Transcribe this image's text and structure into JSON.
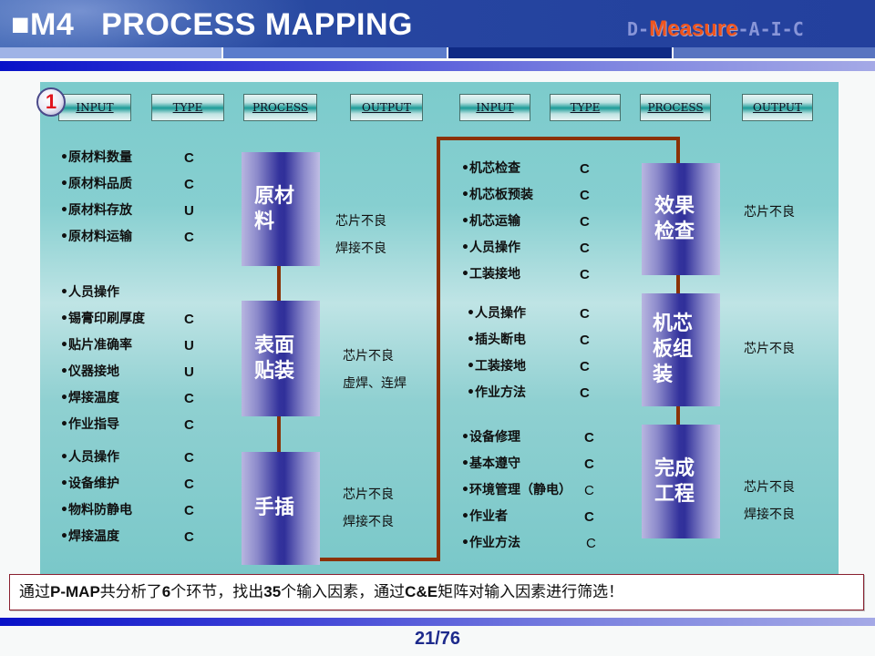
{
  "header": {
    "title": "■M4   PROCESS MAPPING",
    "phases": {
      "prefix": "D-",
      "active": "Measure",
      "suffix": "-A-I-C"
    }
  },
  "step_number": "1",
  "column_headers": {
    "left": [
      "INPUT",
      "TYPE",
      "PROCESS",
      "OUTPUT"
    ],
    "right": [
      "INPUT",
      "TYPE",
      "PROCESS",
      "OUTPUT"
    ]
  },
  "processes": [
    {
      "name": "原材料",
      "inputs": [
        {
          "label": "•原材料数量",
          "type": "C"
        },
        {
          "label": "•原材料品质",
          "type": "C"
        },
        {
          "label": "•原材料存放",
          "type": "U"
        },
        {
          "label": "•原材料运输",
          "type": "C"
        }
      ],
      "outputs": [
        "芯片不良",
        "焊接不良"
      ]
    },
    {
      "name": "表面贴装",
      "inputs": [
        {
          "label": "•人员操作",
          "type": ""
        },
        {
          "label": "•锡膏印刷厚度",
          "type": "C"
        },
        {
          "label": "•贴片准确率",
          "type": "U"
        },
        {
          "label": "•仪器接地",
          "type": "U"
        },
        {
          "label": "•焊接温度",
          "type": "C"
        },
        {
          "label": "•作业指导",
          "type": "C"
        }
      ],
      "outputs": [
        "芯片不良",
        "虚焊、连焊"
      ]
    },
    {
      "name": "手插",
      "inputs": [
        {
          "label": "•人员操作",
          "type": "C"
        },
        {
          "label": "•设备维护",
          "type": "C"
        },
        {
          "label": "•物料防静电",
          "type": "C"
        },
        {
          "label": "•焊接温度",
          "type": "C"
        }
      ],
      "outputs": [
        "芯片不良",
        "焊接不良"
      ]
    },
    {
      "name": "效果检查",
      "inputs": [
        {
          "label": "•机芯检查",
          "type": "C"
        },
        {
          "label": "•机芯板预装",
          "type": "C"
        },
        {
          "label": "•机芯运输",
          "type": "C"
        },
        {
          "label": "•人员操作",
          "type": "C"
        },
        {
          "label": "•工装接地",
          "type": "C"
        }
      ],
      "outputs": [
        "芯片不良"
      ]
    },
    {
      "name": "机芯板组装",
      "inputs": [
        {
          "label": "•人员操作",
          "type": "C"
        },
        {
          "label": "•插头断电",
          "type": "C"
        },
        {
          "label": "•工装接地",
          "type": "C"
        },
        {
          "label": "•作业方法",
          "type": "C"
        }
      ],
      "outputs": [
        "芯片不良"
      ]
    },
    {
      "name": "完成工程",
      "inputs": [
        {
          "label": "•设备修理",
          "type": "C"
        },
        {
          "label": "•基本遵守",
          "type": "C"
        },
        {
          "label": "•环境管理（静电）",
          "type": "C"
        },
        {
          "label": "•作业者",
          "type": "C"
        },
        {
          "label": "•作业方法",
          "type": "C"
        }
      ],
      "outputs": [
        "芯片不良",
        "焊接不良"
      ]
    }
  ],
  "summary": {
    "t1": "通过",
    "b1": "P-MAP",
    "t2": "共分析了",
    "b2": "6",
    "t3": "个环节，找出",
    "b3": "35",
    "t4": "个输入因素，通过",
    "b4": "C&E",
    "t5": "矩阵对输入因素进行筛选！"
  },
  "page": "21/76",
  "colors": {
    "header_bg": "#2645a0",
    "active_phase": "#f0541c",
    "panel_bg": "#7ccbcc",
    "process_box": "#30309a",
    "connector": "#8b3206",
    "page_number": "#1d2a8c"
  }
}
